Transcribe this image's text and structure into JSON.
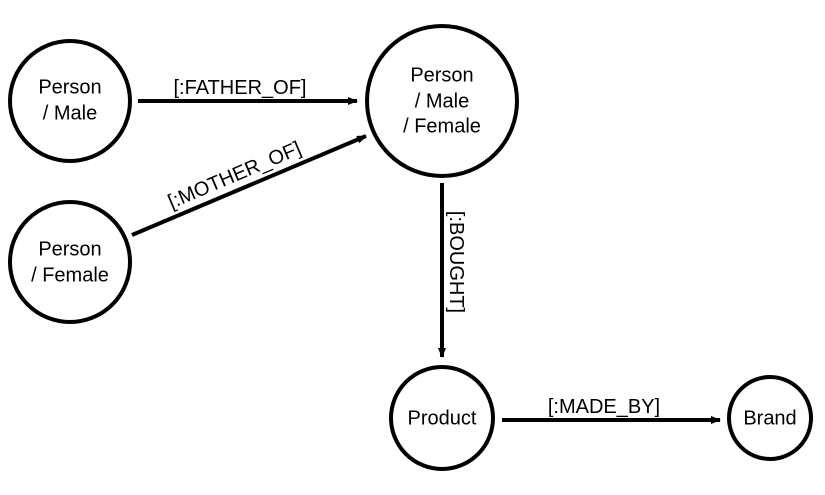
{
  "diagram": {
    "nodes": {
      "father": {
        "lines": [
          "Person",
          "/ Male"
        ]
      },
      "mother": {
        "lines": [
          "Person",
          "/ Female"
        ]
      },
      "child": {
        "lines": [
          "Person",
          "/ Male",
          "/ Female"
        ]
      },
      "product": {
        "lines": [
          "Product"
        ]
      },
      "brand": {
        "lines": [
          "Brand"
        ]
      }
    },
    "edges": {
      "father_of": {
        "label": "[:FATHER_OF]"
      },
      "mother_of": {
        "label": "[:MOTHER_OF]"
      },
      "bought": {
        "label": "[:BOUGHT]"
      },
      "made_by": {
        "label": "[:MADE_BY]"
      }
    },
    "colors": {
      "stroke": "#000000",
      "fill": "#ffffff",
      "text": "#000000"
    }
  }
}
